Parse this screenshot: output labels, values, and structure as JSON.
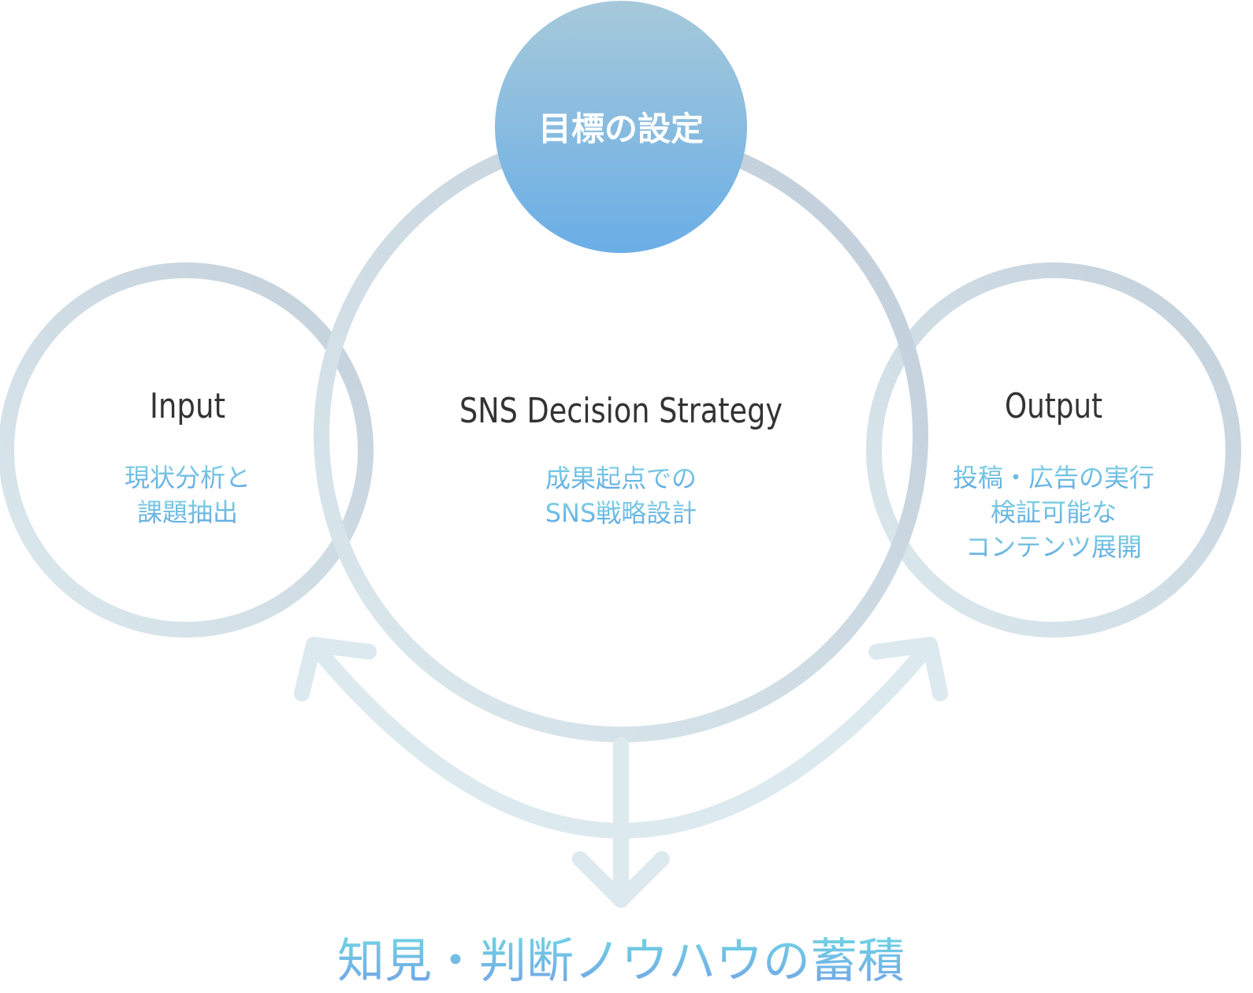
{
  "goal": {
    "label": "目標の設定"
  },
  "center": {
    "title": "SNS Decision Strategy",
    "lines": [
      "成果起点での",
      "SNS戦略設計"
    ]
  },
  "input": {
    "title": "Input",
    "lines": [
      "現状分析と",
      "課題抽出"
    ]
  },
  "output": {
    "title": "Output",
    "lines": [
      "投稿・広告の実行",
      "検証可能な",
      "コンテンツ展開"
    ]
  },
  "result": {
    "label": "知見・判断ノウハウの蓄積"
  },
  "colors": {
    "ring_light": "#dce9ee",
    "ring_dark": "#c2cfda",
    "goal_top": "#a6c9da",
    "goal_bottom": "#6aaee6",
    "title_text": "#333333",
    "sub_text_top": "#7fd3e3",
    "sub_text_bottom": "#5fa6e3",
    "result_top": "#6fd4e4",
    "result_bottom": "#74a3e6"
  }
}
